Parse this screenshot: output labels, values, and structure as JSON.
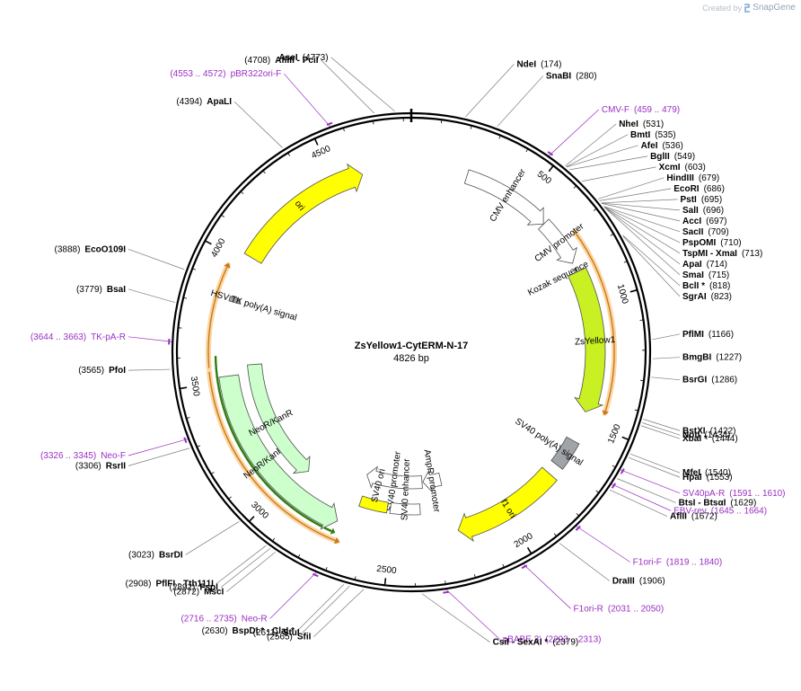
{
  "brand": {
    "prefix": "Created by",
    "name": "SnapGene"
  },
  "plasmid": {
    "name": "ZsYellow1-CytERM-N-17",
    "length_label": "4826 bp",
    "length": 4826
  },
  "ticks": [
    "500",
    "1000",
    "1500",
    "2000",
    "2500",
    "3000",
    "3500",
    "4000",
    "4500"
  ],
  "features": [
    {
      "label": "CMV enhancer",
      "start": 235,
      "end": 615,
      "dir": 1,
      "color": "#ffffff"
    },
    {
      "label": "CMV promoter",
      "start": 616,
      "end": 820,
      "dir": 1,
      "color": "#ffffff"
    },
    {
      "label": "Kozak sequence",
      "start": 845,
      "end": 855,
      "dir": 0,
      "color": "#a0a4a8"
    },
    {
      "label": "ZsYellow1",
      "start": 860,
      "end": 1460,
      "dir": 1,
      "color": "#c8f023"
    },
    {
      "label": "SV40 poly(A) signal",
      "start": 1590,
      "end": 1712,
      "dir": 0,
      "color": "#a0a4a8"
    },
    {
      "label": "f1 ori",
      "start": 1760,
      "end": 2215,
      "dir": 1,
      "color": "#ffff00"
    },
    {
      "label": "AmpR promoter",
      "start": 2240,
      "end": 2345,
      "dir": 1,
      "color": "#ffffff"
    },
    {
      "label": "SV40 promoter",
      "start": 2350,
      "end": 2680,
      "dir": 1,
      "color": "#ffffff"
    },
    {
      "label": "SV40 ori",
      "start": 2530,
      "end": 2665,
      "dir": 0,
      "color": "#ffff00"
    },
    {
      "label": "SV40 enhancer",
      "start": 2370,
      "end": 2515,
      "dir": 0,
      "color": "#ffffff"
    },
    {
      "label": "NeoR/KanR",
      "start": 2730,
      "end": 3520,
      "dir": -1,
      "color": "#ccffcc"
    },
    {
      "label": "NeoR/KanR",
      "start": 2960,
      "end": 3560,
      "dir": -1,
      "color": "#ccffcc"
    },
    {
      "label": "HSV TK poly(A) signal",
      "start": 3830,
      "end": 3850,
      "dir": 0,
      "color": "#a0a4a8"
    },
    {
      "label": "ori",
      "start": 4030,
      "end": 4620,
      "dir": 1,
      "color": "#ffff00"
    }
  ],
  "orange_arcs": [
    {
      "start": 720,
      "end": 1440,
      "dir": 1
    },
    {
      "start": 2700,
      "end": 3545,
      "dir": -1
    },
    {
      "start": 3560,
      "end": 3960,
      "dir": 1
    }
  ],
  "green_arrow": {
    "start": 2735,
    "end": 3605,
    "dir": -1
  },
  "sites": [
    {
      "name": "AflIII",
      "sep": " - ",
      "name2": "PciI",
      "pos": "(4708)",
      "bp": 4708,
      "num_first": true
    },
    {
      "name": "AseI",
      "pos": "(4773)",
      "bp": 4773
    },
    {
      "name": "NdeI",
      "pos": "(174)",
      "bp": 174
    },
    {
      "name": "SnaBI",
      "pos": "(280)",
      "bp": 280
    },
    {
      "name": "NheI",
      "pos": "(531)",
      "bp": 531
    },
    {
      "name": "BmtI",
      "pos": "(535)",
      "bp": 535
    },
    {
      "name": "AfeI",
      "pos": "(536)",
      "bp": 536
    },
    {
      "name": "BglII",
      "pos": "(549)",
      "bp": 549
    },
    {
      "name": "XcmI",
      "pos": "(603)",
      "bp": 603
    },
    {
      "name": "HindIII",
      "pos": "(679)",
      "bp": 679
    },
    {
      "name": "EcoRI",
      "pos": "(686)",
      "bp": 686
    },
    {
      "name": "PstI",
      "pos": "(695)",
      "bp": 695
    },
    {
      "name": "SalI",
      "pos": "(696)",
      "bp": 696
    },
    {
      "name": "AccI",
      "pos": "(697)",
      "bp": 697
    },
    {
      "name": "SacII",
      "pos": "(709)",
      "bp": 709
    },
    {
      "name": "PspOMI",
      "pos": "(710)",
      "bp": 710
    },
    {
      "name": "TspMI",
      "sep": " - ",
      "name2": "XmaI",
      "pos": "(713)",
      "bp": 713
    },
    {
      "name": "ApaI",
      "pos": "(714)",
      "bp": 714
    },
    {
      "name": "SmaI",
      "pos": "(715)",
      "bp": 715
    },
    {
      "name": "BclI",
      "suffix": " *",
      "pos": "(818)",
      "bp": 818
    },
    {
      "name": "SgrAI",
      "pos": "(823)",
      "bp": 823
    },
    {
      "name": "PflMI",
      "pos": "(1166)",
      "bp": 1166
    },
    {
      "name": "BmgBI",
      "pos": "(1227)",
      "bp": 1227
    },
    {
      "name": "BsrGI",
      "pos": "(1286)",
      "bp": 1286
    },
    {
      "name": "BstXI",
      "pos": "(1422)",
      "bp": 1422
    },
    {
      "name": "NotI",
      "pos": "(1434)",
      "bp": 1434
    },
    {
      "name": "XbaI",
      "suffix": " *",
      "pos": "(1444)",
      "bp": 1444
    },
    {
      "name": "MfeI",
      "pos": "(1540)",
      "bp": 1540
    },
    {
      "name": "HpaI",
      "pos": "(1553)",
      "bp": 1553
    },
    {
      "name": "BtsI",
      "sep": " - ",
      "name2": "BtsαI",
      "pos": "(1629)",
      "bp": 1629
    },
    {
      "name": "AflII",
      "pos": "(1672)",
      "bp": 1672
    },
    {
      "name": "DraIII",
      "pos": "(1906)",
      "bp": 1906
    },
    {
      "name": "CsiI",
      "sep": " - ",
      "name2": "SexAI",
      "suffix2": " *",
      "pos": "(2379)",
      "bp": 2379
    },
    {
      "name": "SfiI",
      "pos": "(2565)",
      "bp": 2565,
      "num_first": true
    },
    {
      "name": "StuI",
      "pos": "(2611)",
      "bp": 2611,
      "num_first": true
    },
    {
      "name": "BspDI",
      "suffix": " *",
      "sep": " - ",
      "name2": "ClaI",
      "suffix2": " *",
      "pos": "(2630)",
      "bp": 2630,
      "num_first": true
    },
    {
      "name": "MscI",
      "pos": "(2872)",
      "bp": 2872,
      "num_first": true
    },
    {
      "name": "FspI",
      "pos": "(2892)",
      "bp": 2892,
      "num_first": true
    },
    {
      "name": "PflFI",
      "sep": " - ",
      "name2": "Tth111I",
      "pos": "(2908)",
      "bp": 2908,
      "num_first": true
    },
    {
      "name": "BsrDI",
      "pos": "(3023)",
      "bp": 3023,
      "num_first": true
    },
    {
      "name": "RsrII",
      "pos": "(3306)",
      "bp": 3306,
      "num_first": true
    },
    {
      "name": "PfoI",
      "pos": "(3565)",
      "bp": 3565,
      "num_first": true
    },
    {
      "name": "BsaI",
      "pos": "(3779)",
      "bp": 3779,
      "num_first": true
    },
    {
      "name": "EcoO109I",
      "pos": "(3888)",
      "bp": 3888,
      "num_first": true
    },
    {
      "name": "ApaLI",
      "pos": "(4394)",
      "bp": 4394,
      "num_first": true
    }
  ],
  "primers": [
    {
      "name": "pBR322ori-F",
      "pos": "(4553 .. 4572)",
      "bp": 4562,
      "num_first": true
    },
    {
      "name": "CMV-F",
      "pos": "(459 .. 479)",
      "bp": 469
    },
    {
      "name": "SV40pA-R",
      "pos": "(1591 .. 1610)",
      "bp": 1600
    },
    {
      "name": "EBV-rev",
      "pos": "(1645 .. 1664)",
      "bp": 1654
    },
    {
      "name": "F1ori-F",
      "pos": "(1819 .. 1840)",
      "bp": 1830
    },
    {
      "name": "F1ori-R",
      "pos": "(2031 .. 2050)",
      "bp": 2040
    },
    {
      "name": "pBABE 3'",
      "pos": "(2293 .. 2313)",
      "bp": 2303
    },
    {
      "name": "Neo-R",
      "pos": "(2716 .. 2735)",
      "bp": 2725,
      "num_first": true
    },
    {
      "name": "Neo-F",
      "pos": "(3326 .. 3345)",
      "bp": 3335,
      "num_first": true
    },
    {
      "name": "TK-pA-R",
      "pos": "(3644 .. 3663)",
      "bp": 3653,
      "num_first": true
    }
  ]
}
